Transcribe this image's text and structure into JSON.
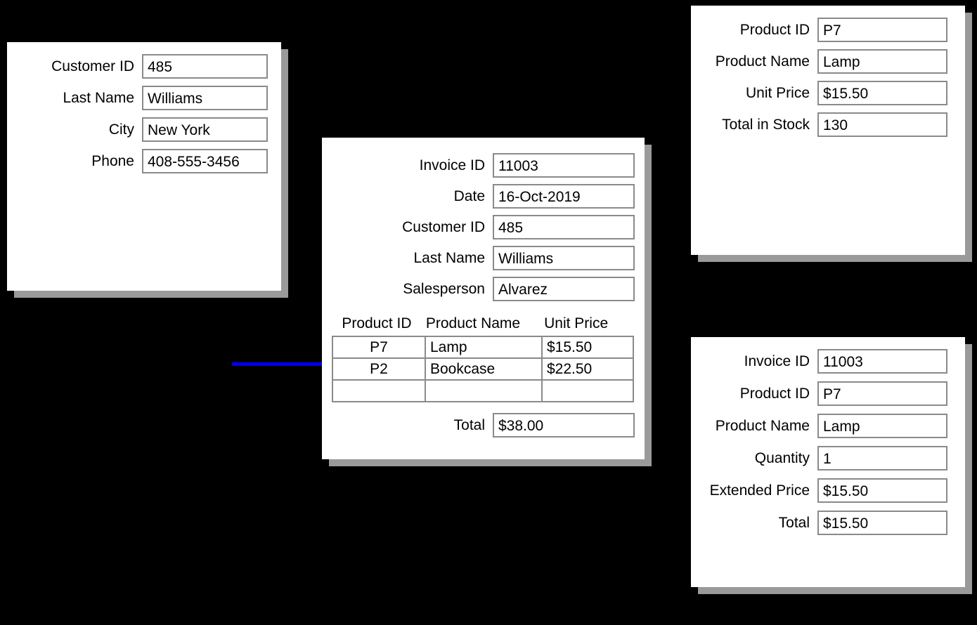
{
  "diagram": {
    "title": "Invoice data model relationship diagram",
    "colors": {
      "background": "#000000",
      "card": "#ffffff",
      "card_shadow": "#9a9a9a",
      "field_border": "#8a8a8a",
      "connector": "#000000",
      "highlight_connector": "#0000ee"
    }
  },
  "customer_card": {
    "fields": [
      {
        "label": "Customer ID",
        "value": "485"
      },
      {
        "label": "Last Name",
        "value": "Williams"
      },
      {
        "label": "City",
        "value": "New York"
      },
      {
        "label": "Phone",
        "value": "408-555-3456"
      }
    ]
  },
  "invoice_card": {
    "fields": [
      {
        "label": "Invoice ID",
        "value": "11003"
      },
      {
        "label": "Date",
        "value": "16-Oct-2019"
      },
      {
        "label": "Customer ID",
        "value": "485"
      },
      {
        "label": "Last Name",
        "value": "Williams"
      },
      {
        "label": "Salesperson",
        "value": "Alvarez"
      }
    ],
    "lines_table": {
      "headers": [
        "Product ID",
        "Product Name",
        "Unit Price"
      ],
      "rows": [
        {
          "product_id": "P7",
          "product_name": "Lamp",
          "unit_price": "$15.50"
        },
        {
          "product_id": "P2",
          "product_name": "Bookcase",
          "unit_price": "$22.50"
        },
        {
          "product_id": "",
          "product_name": "",
          "unit_price": ""
        }
      ]
    },
    "total": {
      "label": "Total",
      "value": "$38.00"
    }
  },
  "product_card": {
    "fields": [
      {
        "label": "Product ID",
        "value": "P7"
      },
      {
        "label": "Product Name",
        "value": "Lamp"
      },
      {
        "label": "Unit Price",
        "value": "$15.50"
      },
      {
        "label": "Total in Stock",
        "value": "130"
      }
    ]
  },
  "invoice_line_card": {
    "fields": [
      {
        "label": "Invoice ID",
        "value": "11003"
      },
      {
        "label": "Product ID",
        "value": "P7"
      },
      {
        "label": "Product Name",
        "value": "Lamp"
      },
      {
        "label": "Quantity",
        "value": "1"
      },
      {
        "label": "Extended Price",
        "value": "$15.50"
      },
      {
        "label": "Total",
        "value": "$15.50"
      }
    ]
  }
}
